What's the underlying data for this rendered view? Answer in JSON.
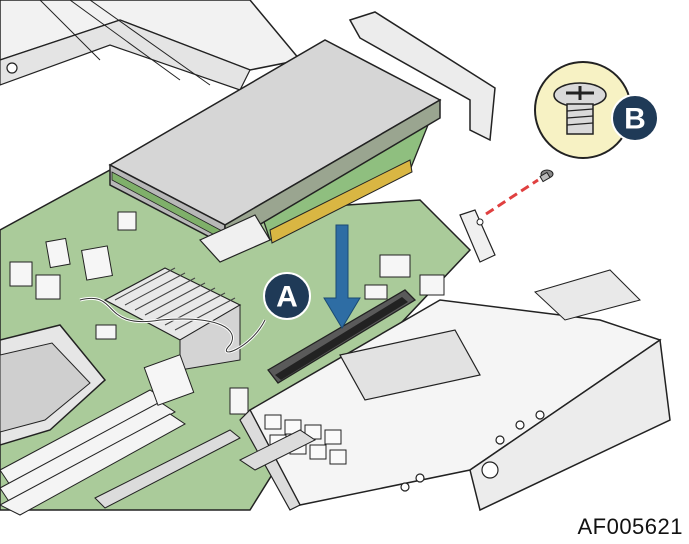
{
  "figure": {
    "id": "AF005621"
  },
  "callouts": {
    "a": {
      "letter": "A"
    },
    "b": {
      "letter": "B"
    }
  },
  "icons": {
    "screw_detail": "screw-icon",
    "insert_arrow": "down-arrow-icon"
  },
  "colors": {
    "board": "#aacb9a",
    "callout": "#1f3a57",
    "arrow": "#2e6da4",
    "guide_line": "#e04040",
    "screw_bubble": "#f7f2c4"
  }
}
